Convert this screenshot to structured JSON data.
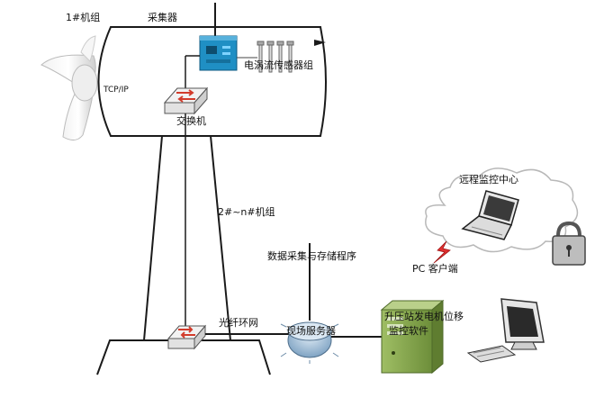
{
  "labels": {
    "unit1": "1#机组",
    "collector": "采集器",
    "eddy_sensor_group": "电涡流传感器组",
    "tcp_ip": "TCP/IP",
    "switch": "交换机",
    "units_2_n": "2#~n#机组",
    "data_program": "数据采集与存储程序",
    "fiber_ring": "光纤环网",
    "site_server": "现场服务器",
    "substation_software_line1": "升压站发电机位移",
    "substation_software_line2": "监控软件",
    "remote_center": "远程监控中心",
    "pc_client": "PC 客户端"
  },
  "colors": {
    "outline": "#1a1a1a",
    "collector_box": "#1f8fc4",
    "switch_arrow": "#d23c2c",
    "pc_case": "#8fae56",
    "server_disk": "#a9c4dc",
    "cloud": "#c8c8c8",
    "lightning": "#e03030"
  }
}
